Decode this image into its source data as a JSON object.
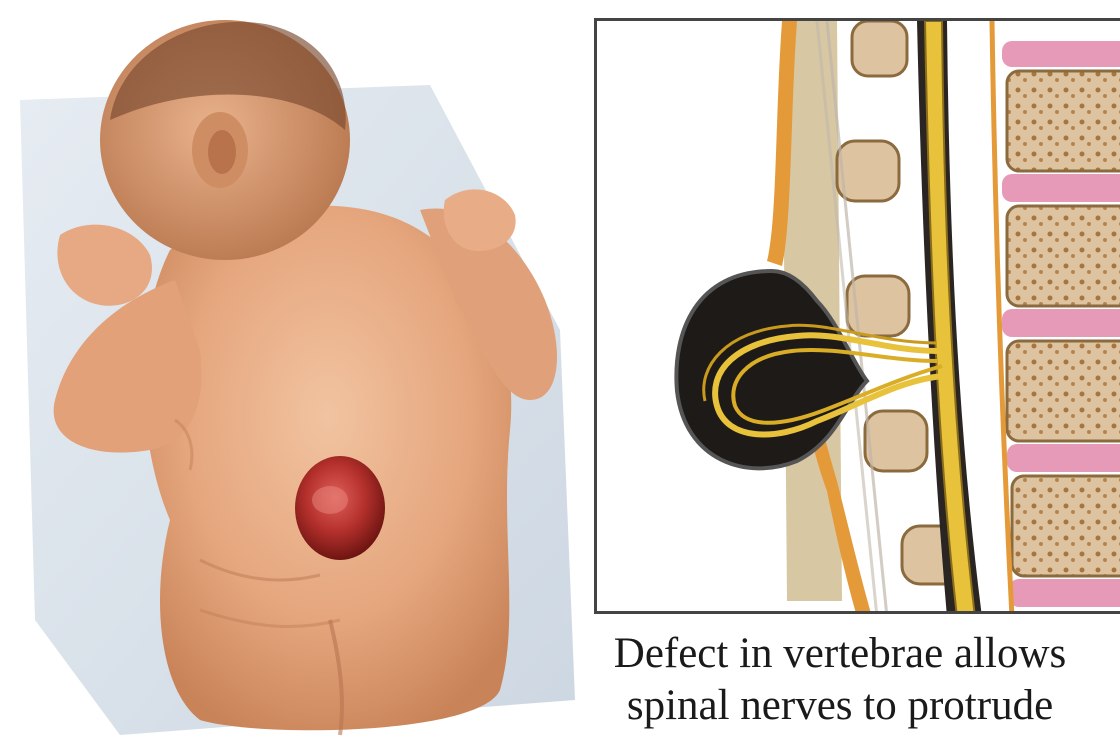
{
  "figure": {
    "left_image": {
      "subject": "baby-back-with-lesion",
      "skin_color": "#e7ab83",
      "lesion_color": "#b4302c",
      "sheet_color": "#dfe6ee"
    },
    "right_image": {
      "subject": "spinal-cross-section",
      "nerve_color": "#e8c23a",
      "bone_color": "#ddc3a0",
      "disc_color": "#e79ab8"
    },
    "caption": {
      "line1": "Defect in vertebrae allows",
      "line2": "spinal nerves to protrude"
    }
  }
}
